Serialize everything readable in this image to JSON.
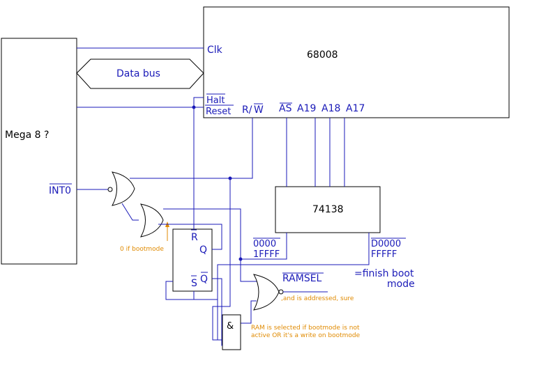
{
  "blocks": {
    "cpu": "68008",
    "mcu": "Mega 8 ?",
    "decoder": "74138"
  },
  "cpu_pins": {
    "clk": "Clk",
    "data_bus": "Data bus",
    "halt": "Halt",
    "reset": "Reset",
    "rw_r": "R/",
    "rw_w": "W",
    "as": "AS",
    "a19": "A19",
    "a18": "A18",
    "a17": "A17"
  },
  "mcu_pins": {
    "int0": "INT0"
  },
  "flipflop": {
    "r": "R",
    "q": "Q",
    "s": "S",
    "qbar": "Q"
  },
  "decoder_outputs": {
    "low_top": "0000",
    "low_bottom": "1FFFF",
    "high_top": "D0000",
    "high_bottom": "FFFFF"
  },
  "labels": {
    "ramsel": "RAMSEL",
    "finish_boot_1": "=finish boot",
    "finish_boot_2": "mode",
    "and_gate": "&"
  },
  "notes": {
    "bootmode": "0 if bootmode",
    "addressed": ",and is addressed, sure",
    "ram_select_1": "RAM is selected if bootmode is not",
    "ram_select_2": "active OR it's a write on bootmode"
  },
  "colors": {
    "signal": "#1a1ab8",
    "annotation": "#e08a00",
    "outline": "#000000"
  }
}
